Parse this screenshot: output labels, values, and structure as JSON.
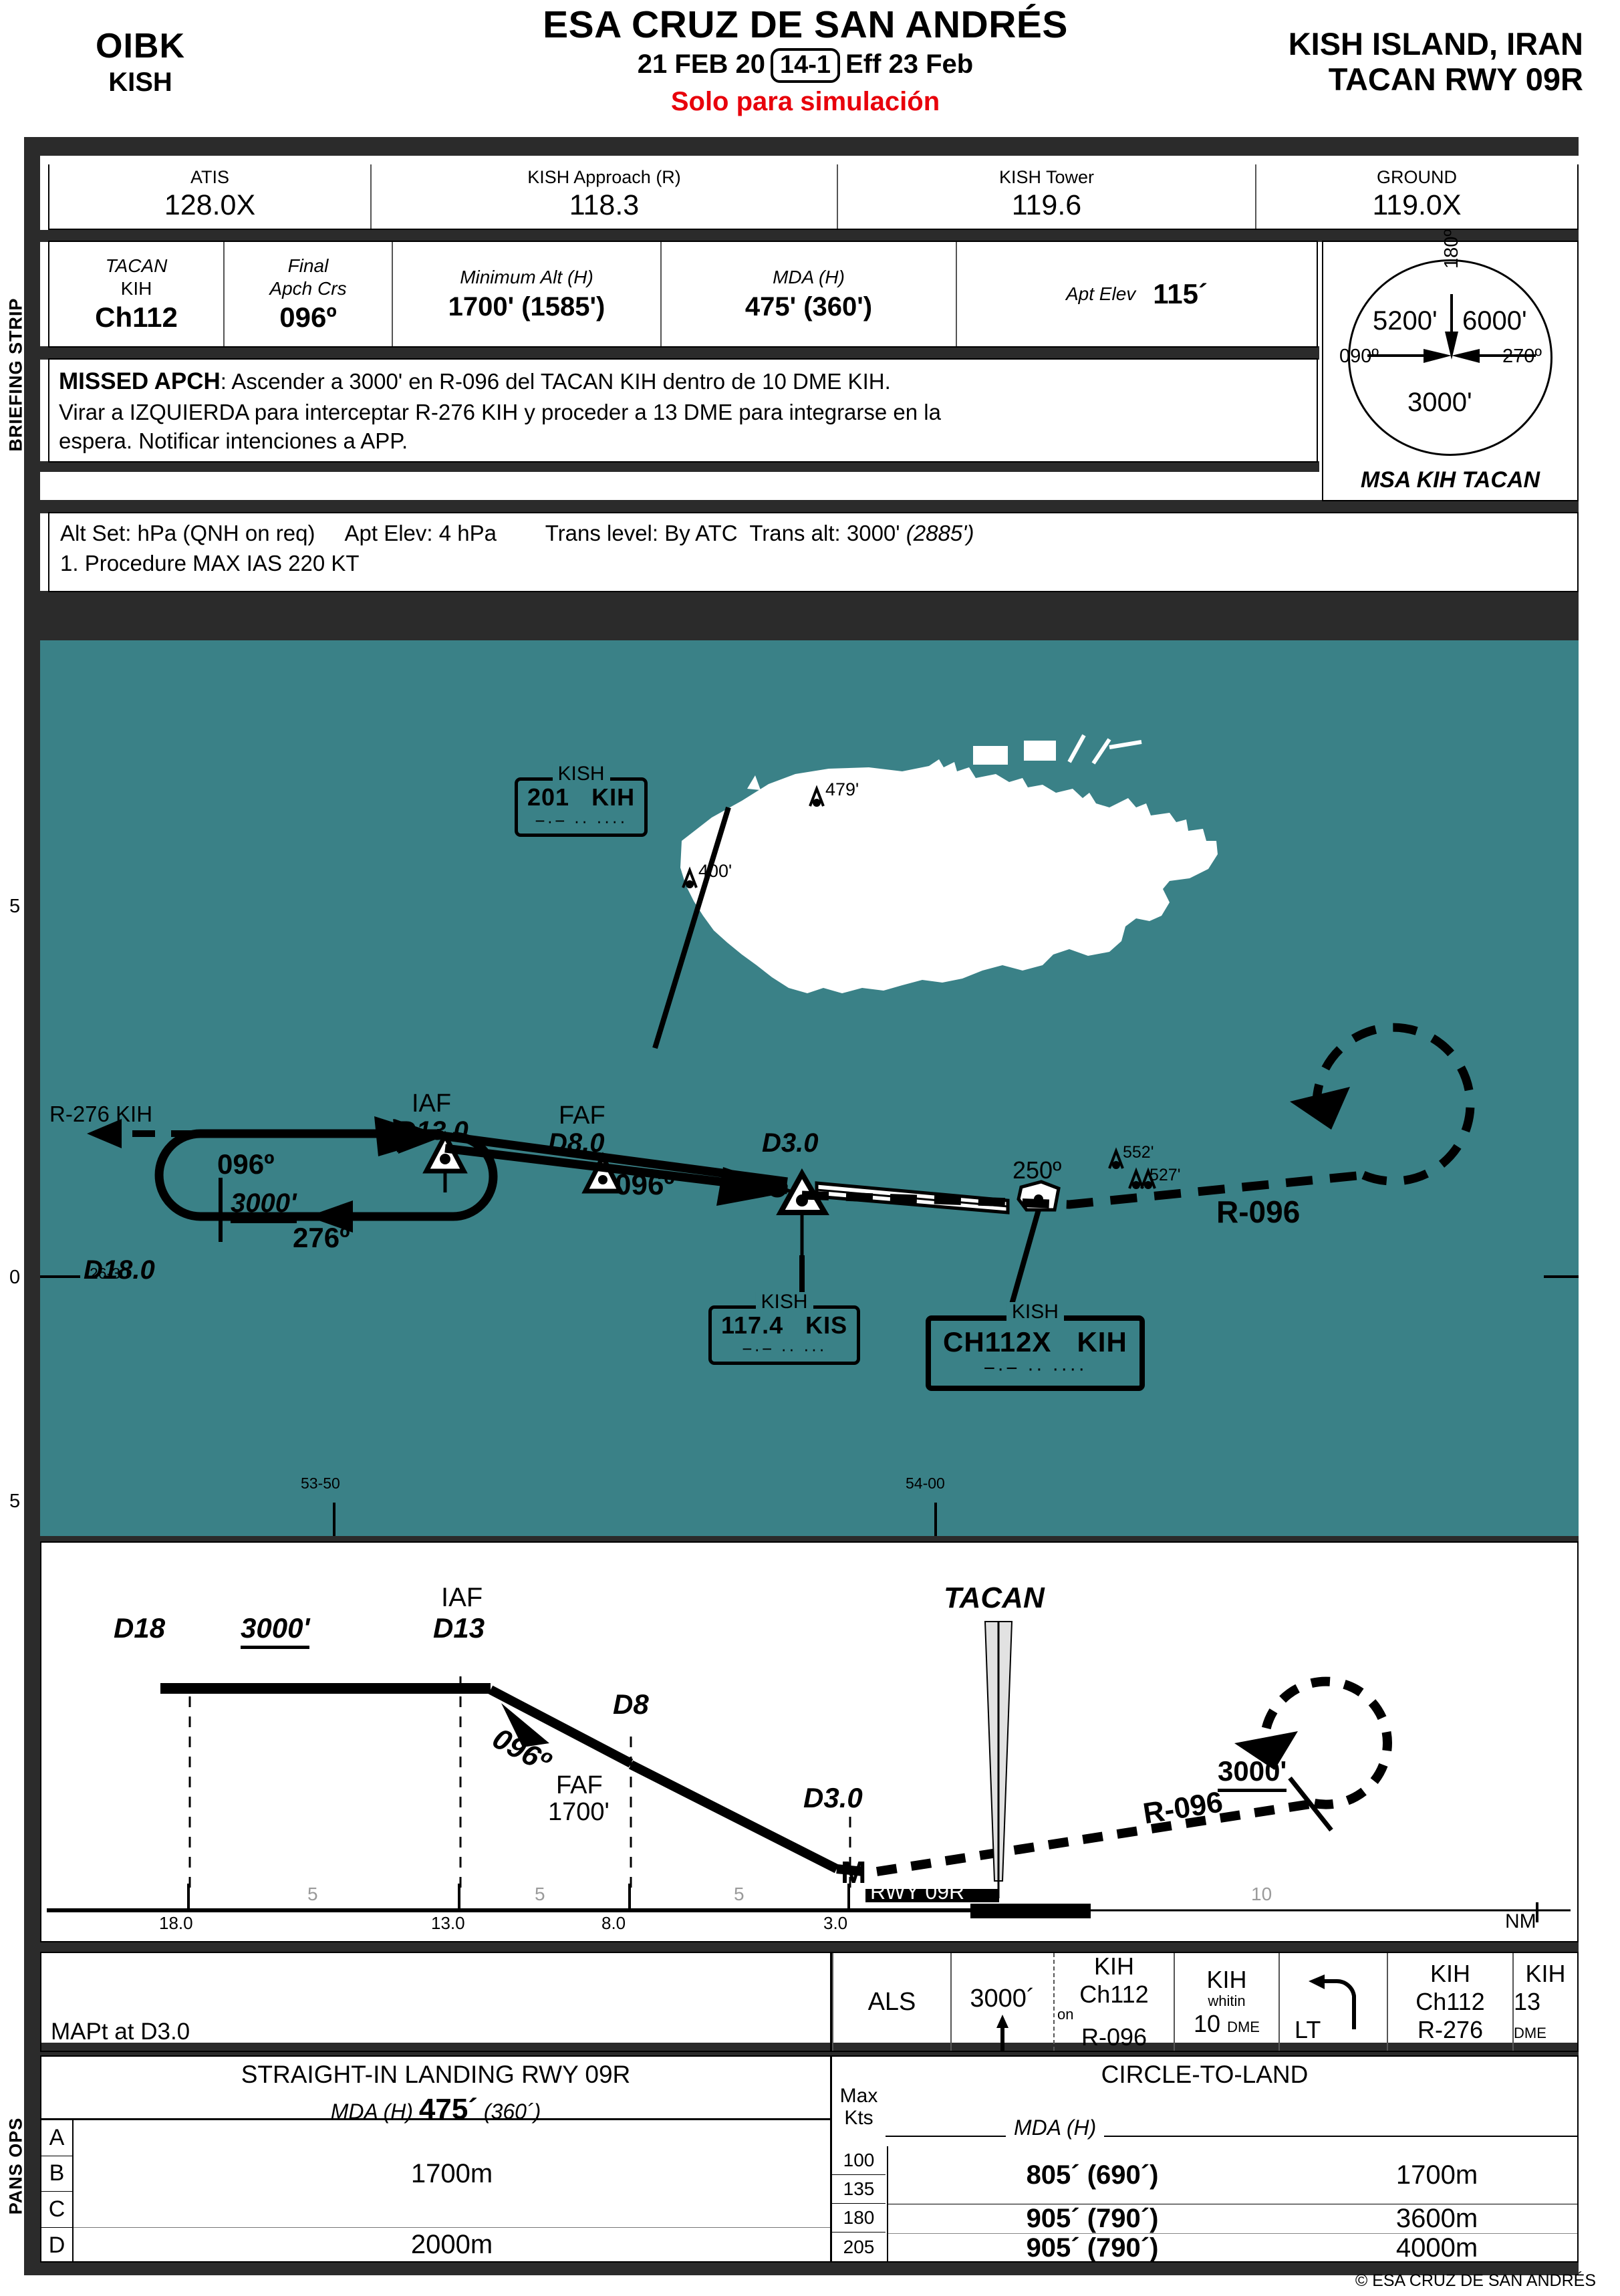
{
  "header": {
    "icao": "OIBK",
    "city_code": "KISH",
    "publisher": "ESA CRUZ DE SAN ANDRÉS",
    "date": "21 FEB 20",
    "cycle": "14-1",
    "eff": "Eff 23 Feb",
    "disclaimer": "Solo para simulación",
    "location": "KISH ISLAND, IRAN",
    "procedure": "TACAN RWY 09R"
  },
  "briefing_label": "BRIEFING STRIP",
  "pansops_label": "PANS OPS",
  "frequencies": [
    {
      "name": "ATIS",
      "value": "128.0X"
    },
    {
      "name": "KISH Approach (R)",
      "value": "118.3"
    },
    {
      "name": "KISH Tower",
      "value": "119.6"
    },
    {
      "name": "GROUND",
      "value": "119.0X"
    }
  ],
  "navstrip": {
    "tacan_label": "TACAN",
    "tacan_ident": "KIH",
    "tacan_channel": "Ch112",
    "final_label": "Final",
    "final_label2": "Apch Crs",
    "final_course": "096º",
    "min_alt_label": "Minimum Alt (H)",
    "min_alt": "1700' (1585')",
    "mda_label": "MDA (H)",
    "mda": "475' (360')",
    "apt_elev_label": "Apt Elev",
    "apt_elev": "115´"
  },
  "msa": {
    "caption": "MSA KIH TACAN",
    "bearing_top": "180º",
    "bearing_left": "090º",
    "bearing_right": "270º",
    "sector_nw": "5200'",
    "sector_ne": "6000'",
    "sector_s": "3000'"
  },
  "missed_approach": {
    "title": "MISSED APCH",
    "line1": ": Ascender a 3000' en R-096 del TACAN KIH dentro de 10 DME KIH.",
    "line2": "Virar a IZQUIERDA para interceptar R-276 KIH y proceder a 13 DME para integrarse en la",
    "line3": "espera. Notificar intenciones a APP."
  },
  "altset": {
    "line1": "Alt Set: hPa (QNH on req)     Apt Elev: 4 hPa        Trans level: By ATC  Trans alt: 3000' ",
    "line1_italic": "(2885')",
    "line2": "1. Procedure MAX IAS 220 KT"
  },
  "planview": {
    "sea_color": "#3a8187",
    "land_color": "#ffffff",
    "navaids": [
      {
        "name": "KISH",
        "freq": "201",
        "ident": "KIH",
        "morse": "−·−  ··  ····"
      },
      {
        "name": "KISH",
        "freq": "117.4",
        "ident": "KIS",
        "morse": "−·−  ··  ···"
      },
      {
        "name": "KISH",
        "freq": "CH112X",
        "ident": "KIH",
        "morse": "−·−  ··  ····"
      }
    ],
    "labels": {
      "r276": "R-276 KIH",
      "iaf": "IAF",
      "iaf_dme": "D13.0",
      "faf": "FAF",
      "faf_dme": "D8.0",
      "mapt_dme": "D3.0",
      "hold_dme": "D18.0",
      "course_096_a": "096º",
      "course_096_b": "096º",
      "course_276": "276º",
      "hold_alt": "3000'",
      "rwy_course": "250º",
      "r096": "R-096"
    },
    "spot_elevations": [
      "479'",
      "400'",
      "552'",
      "527'"
    ],
    "lat_labels": [
      "5",
      "0",
      "5"
    ],
    "lon_labels": [
      "53-50",
      "54-00"
    ],
    "lat_tick_label": "26-30"
  },
  "profile": {
    "d18": "D18",
    "alt_3000": "3000'",
    "iaf": "IAF",
    "d13": "D13",
    "course": "096º",
    "d8": "D8",
    "faf": "FAF",
    "faf_alt": "1700'",
    "d3": "D3.0",
    "mapt_mark": "M",
    "tacan": "TACAN",
    "r096": "R-096",
    "ma_alt": "3000'",
    "rwy": "RWY 09R",
    "scale_label": "NM",
    "scale_ticks": [
      "18.0",
      "13.0",
      "8.0",
      "3.0"
    ],
    "scale_gray": [
      "5",
      "5",
      "5",
      "10"
    ]
  },
  "mapt_row": {
    "mapt_text": "MAPt at D3.0",
    "als": "ALS",
    "climb_alt": "3000´",
    "on_label": "on",
    "on_navaid_1": "KIH",
    "on_navaid_2": "Ch112",
    "on_radial": "R-096",
    "within_label": "whitin",
    "within_navaid": "KIH",
    "within_dme": "10",
    "within_dme_unit": "DME",
    "turn": "LT",
    "hold_navaid_1": "KIH",
    "hold_navaid_2": "Ch112",
    "hold_radial": "R-276",
    "hold_ident": "KIH",
    "hold_dme": "13",
    "hold_dme_unit": "DME"
  },
  "minimums": {
    "straight_in": {
      "title": "STRAIGHT-IN LANDING RWY 09R",
      "mda_label": "MDA (H)",
      "mda": "475´",
      "mda_h": "(360´)",
      "categories": [
        "A",
        "B",
        "C",
        "D"
      ],
      "vis_abc": "1700m",
      "vis_d": "2000m"
    },
    "circle_to_land": {
      "title": "CIRCLE-TO-LAND",
      "max_label": "Max",
      "kts_label": "Kts",
      "mda_label": "MDA (H)",
      "rows": [
        {
          "kts": "100",
          "mda": "805´ (690´)",
          "vis": "1700m"
        },
        {
          "kts": "135",
          "mda": "",
          "vis": ""
        },
        {
          "kts": "180",
          "mda": "905´ (790´)",
          "vis": "3600m"
        },
        {
          "kts": "205",
          "mda": "905´ (790´)",
          "vis": "4000m"
        }
      ]
    }
  },
  "copyright": "© ESA CRUZ DE SAN ANDRÉS"
}
